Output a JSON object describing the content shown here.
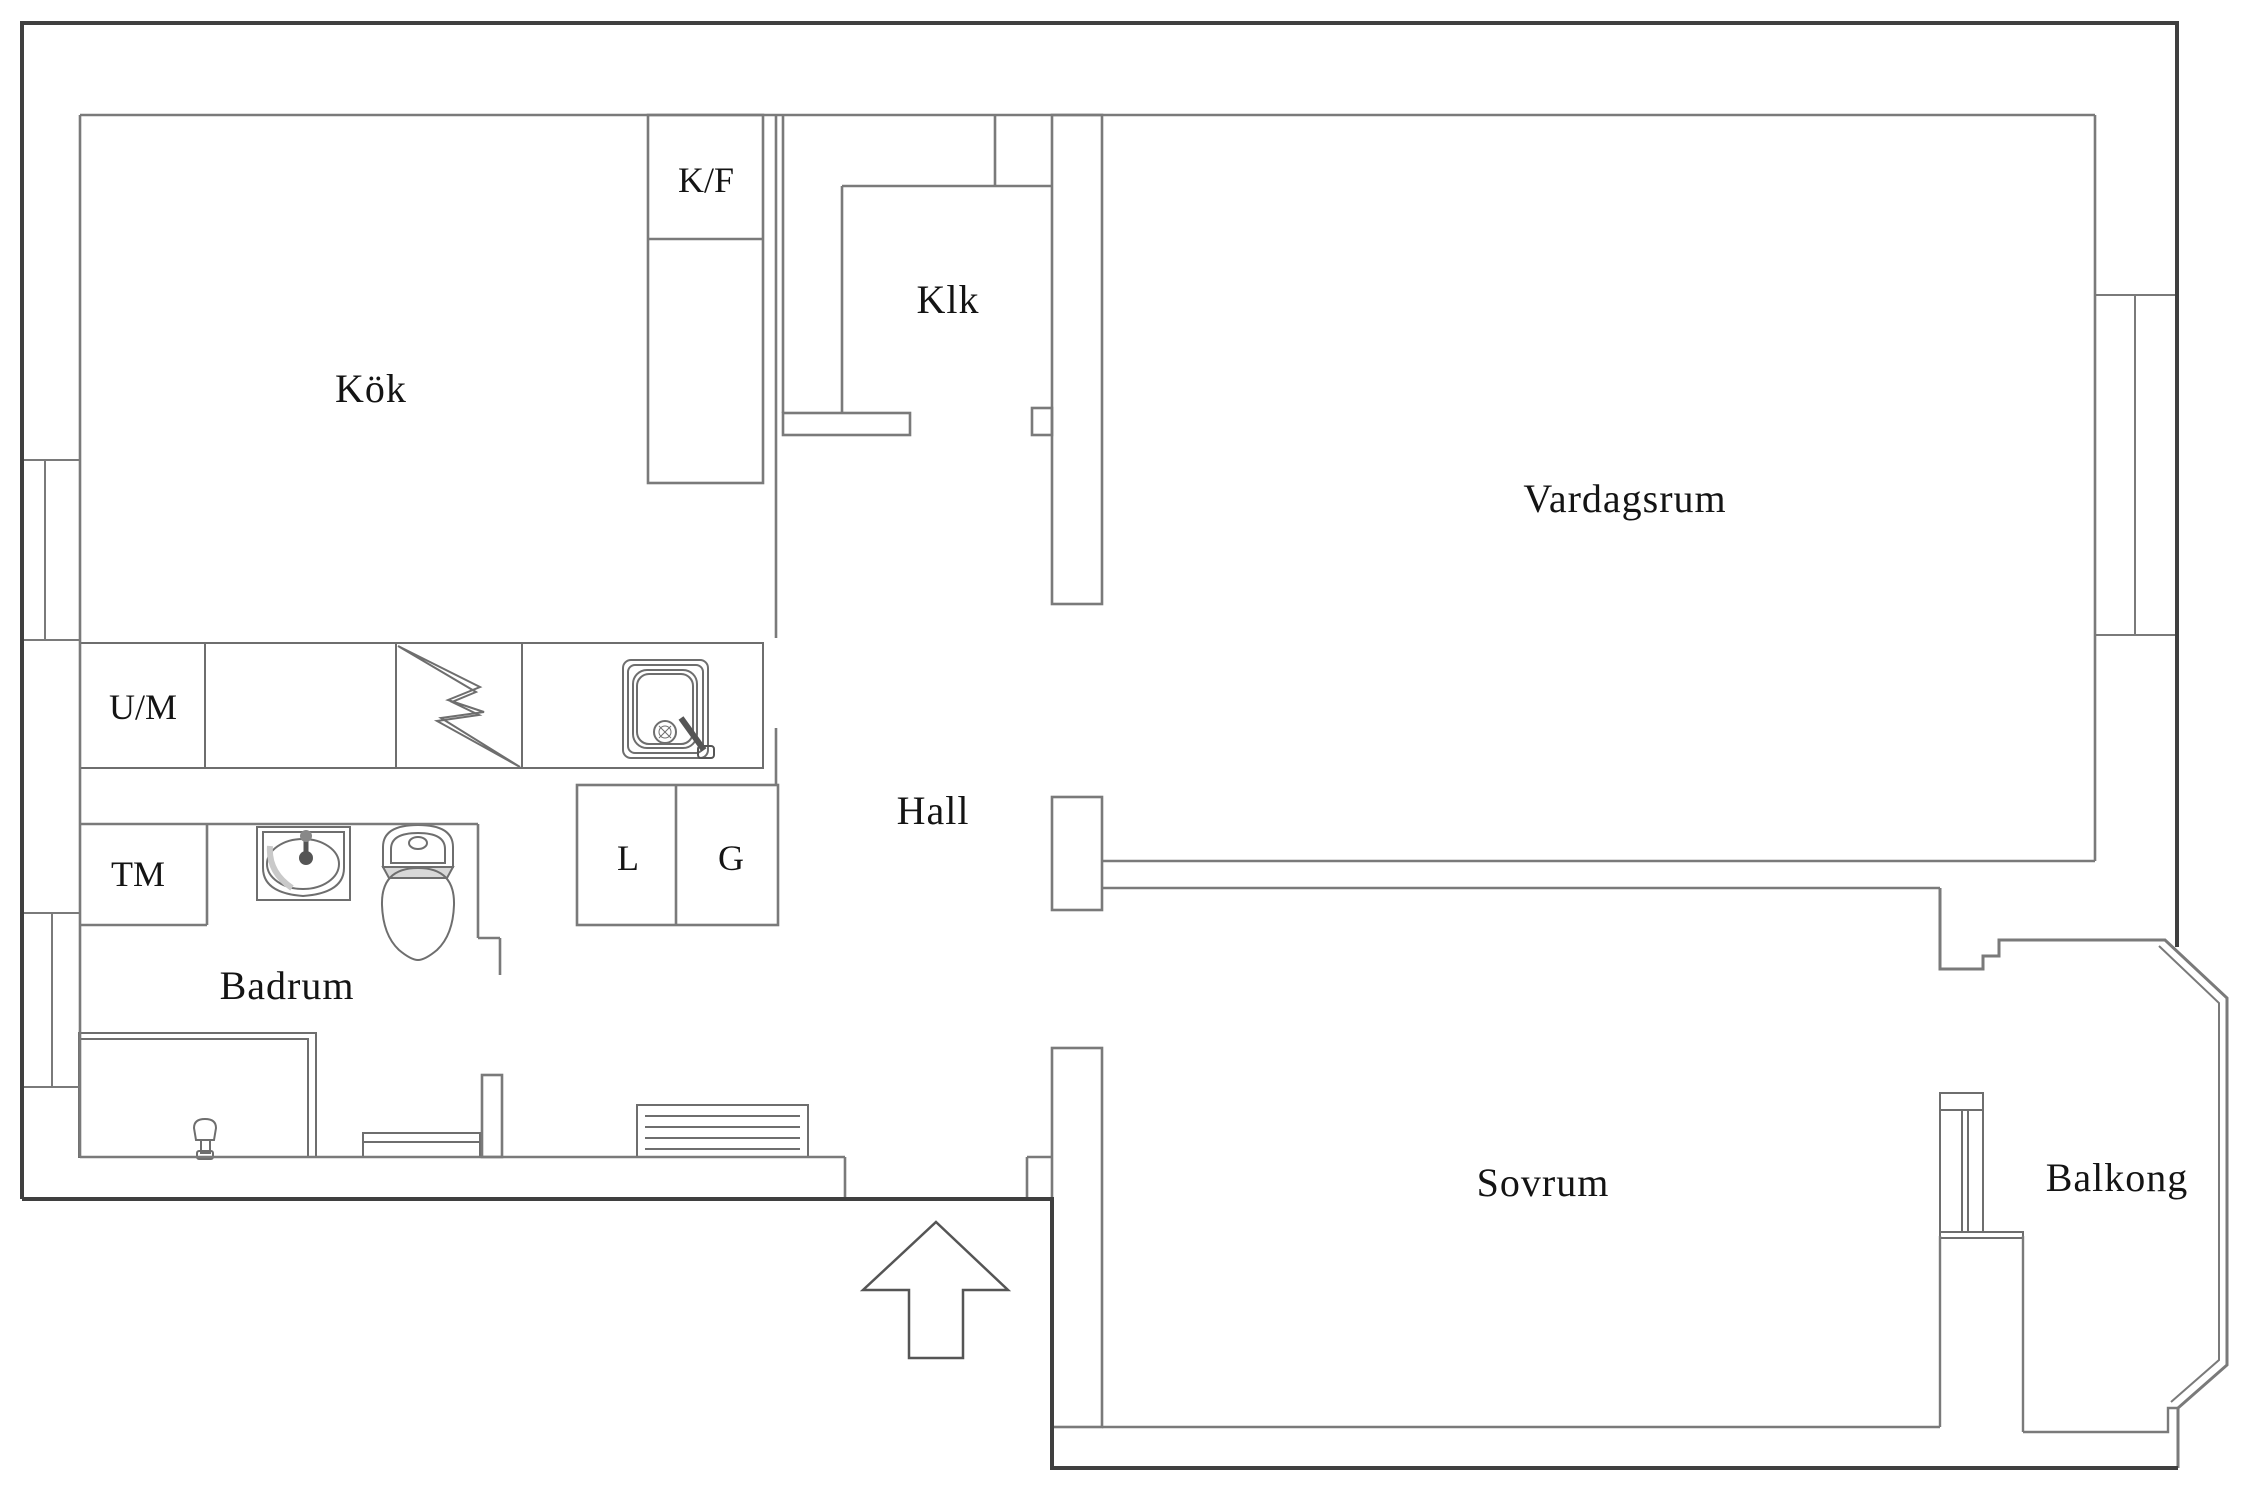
{
  "document": {
    "type": "apartment-floor-plan",
    "language": "Swedish"
  },
  "colors": {
    "background": "#ffffff",
    "outer_wall": "#3f3f3f",
    "inner_wall": "#7a7a7a",
    "fixture": "#6e6e6e",
    "fixture_fill": "#efefef",
    "fixture_shade": "#c9c9c9",
    "faucet_dark": "#555555",
    "label": "#141414"
  },
  "rooms": {
    "kok": {
      "label": "Kök"
    },
    "kf": {
      "label": "K/F"
    },
    "klk": {
      "label": "Klk"
    },
    "vardagsrum": {
      "label": "Vardagsrum"
    },
    "hall": {
      "label": "Hall"
    },
    "um": {
      "label": "U/M"
    },
    "tm": {
      "label": "TM"
    },
    "l": {
      "label": "L"
    },
    "g": {
      "label": "G"
    },
    "badrum": {
      "label": "Badrum"
    },
    "sovrum": {
      "label": "Sovrum"
    },
    "balkong": {
      "label": "Balkong"
    }
  },
  "icons": {
    "entrance_arrow": "arrow-up-entrance"
  }
}
